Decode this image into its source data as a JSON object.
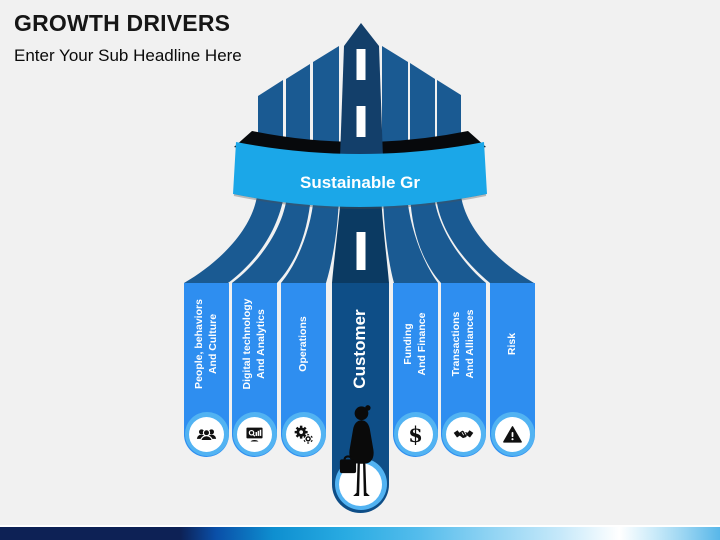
{
  "header": {
    "title": "GROWTH DRIVERS",
    "subtitle": "Enter Your Sub Headline Here"
  },
  "diagram": {
    "ribbon_label": "Sustainable Gr",
    "columns": [
      {
        "label": "People, behaviors\nAnd Culture",
        "icon": "people-icon"
      },
      {
        "label": "Digital technology\nAnd Analytics",
        "icon": "analytics-monitor-icon"
      },
      {
        "label": "Operations",
        "icon": "gears-icon"
      },
      {
        "label": "Customer",
        "icon": "businesswoman-icon"
      },
      {
        "label": "Funding\nAnd Finance",
        "icon": "dollar-icon",
        "glyph": "$"
      },
      {
        "label": "Transactions\nAnd Alliances",
        "icon": "handshake-icon"
      },
      {
        "label": "Risk",
        "icon": "warning-triangle-icon"
      }
    ]
  },
  "colors": {
    "background": "#F1F1F1",
    "title_ink": "#161616",
    "column_blue": "#2E8EF0",
    "customer_navy": "#0E4E87",
    "fan_blue": "#1A5A92",
    "road_navy": "#133F6A",
    "road_dark": "#0B3A62",
    "ribbon_cyan": "#1BA7E8",
    "ring_blue": "#52B3F2",
    "icon_ink": "#111111",
    "footer_navy": "#0D2155",
    "footer_cyan": "#29ABE2"
  }
}
